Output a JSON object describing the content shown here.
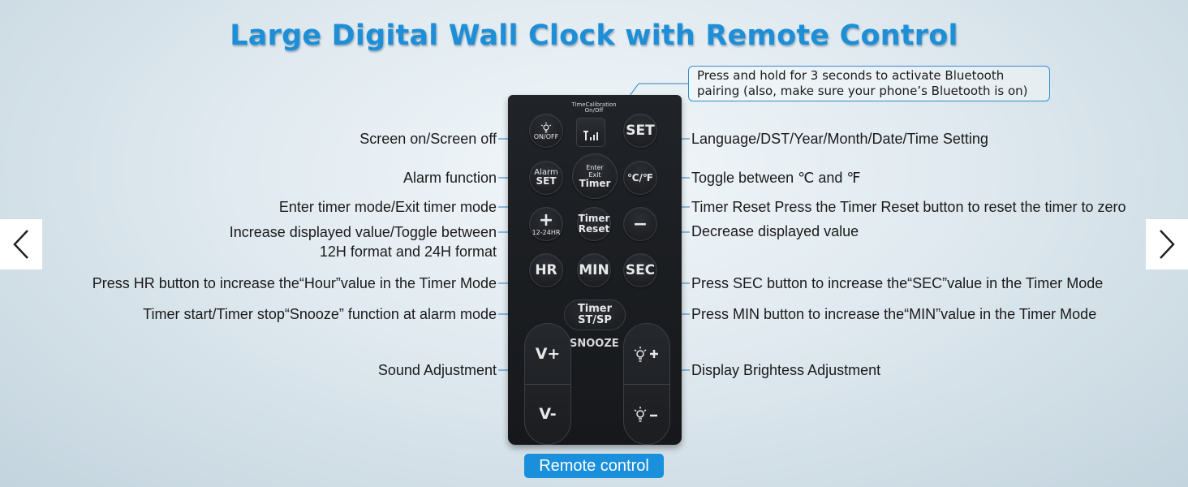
{
  "title": "Large Digital Wall Clock with Remote Control",
  "nav": {
    "prev_icon": "chevron-left-icon",
    "next_icon": "chevron-right-icon"
  },
  "bluetooth_note": {
    "line1": "Press and hold for 3 seconds to activate Bluetooth",
    "line2": "pairing (also, make sure your phone’s Bluetooth is on)"
  },
  "labels_left": {
    "screen": "Screen on/Screen off",
    "alarm": "Alarm function",
    "timer_mode": "Enter timer mode/Exit timer mode",
    "increase_1": "Increase displayed value/Toggle between",
    "increase_2": "12H format and 24H format",
    "hr": "Press HR button to increase the“Hour”value in the Timer Mode",
    "timer_start": "Timer start/Timer stop“Snooze”  function at alarm mode",
    "sound": "Sound Adjustment"
  },
  "labels_right": {
    "settings": "Language/DST/Year/Month/Date/Time Setting",
    "toggle_temp": "Toggle between ℃ and ℉",
    "timer_reset": "Timer Reset Press the Timer Reset button to reset the timer to zero",
    "decrease": "Decrease displayed value",
    "sec": "Press SEC button to increase  the“SEC”value in the Timer Mode",
    "min": "Press MIN button to increase the“MIN”value in the Timer Mode",
    "brightness": "Display Brightess Adjustment"
  },
  "remote": {
    "time_calibration_1": "TimeCalibration",
    "time_calibration_2": "On/Off",
    "onoff": "ON/OFF",
    "set": "SET",
    "alarm_1": "Alarm",
    "alarm_2": "SET",
    "enter_1": "Enter",
    "enter_2": "Exit",
    "enter_3": "Timer",
    "temp": "℃/℉",
    "plus_sub": "12-24HR",
    "reset_1": "Timer",
    "reset_2": "Reset",
    "hr": "HR",
    "min": "MIN",
    "sec": "SEC",
    "st_1": "Timer",
    "st_2": "ST/SP",
    "snooze": "SNOOZE",
    "vol_up": "V+",
    "vol_down": "V-"
  },
  "caption": "Remote control",
  "colors": {
    "accent": "#1e8fd6",
    "badge": "#1a8fdc",
    "remote": "#1b1d21",
    "line": "#2e8fd0"
  }
}
